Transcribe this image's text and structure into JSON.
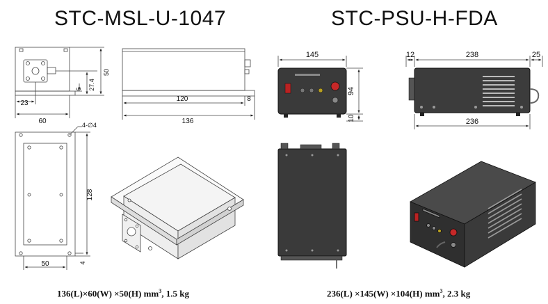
{
  "left_title": "STC-MSL-U-1047",
  "right_title": "STC-PSU-H-FDA",
  "left_caption": {
    "pre": "136(L)×60(W) ×50(H) mm",
    "sup": "3",
    "post": ", 1.5 kg"
  },
  "right_caption": {
    "pre": "236(L) ×145(W) ×104(H) mm",
    "sup": "3",
    "post": ", 2.3 kg"
  },
  "dims": {
    "laser_front_50": "50",
    "laser_front_27": "27.4",
    "laser_front_6": "6",
    "laser_front_23": "23",
    "laser_front_60": "60",
    "laser_side_120": "120",
    "laser_side_8": "8",
    "laser_side_136": "136",
    "laser_top_hole": "4-∅4",
    "laser_top_128": "128",
    "laser_top_50": "50",
    "laser_top_4": "4",
    "psu_front_145": "145",
    "psu_front_94": "94",
    "psu_front_10": "10",
    "psu_side_12": "12",
    "psu_side_238": "238",
    "psu_side_25": "25",
    "psu_side_236": "236"
  }
}
